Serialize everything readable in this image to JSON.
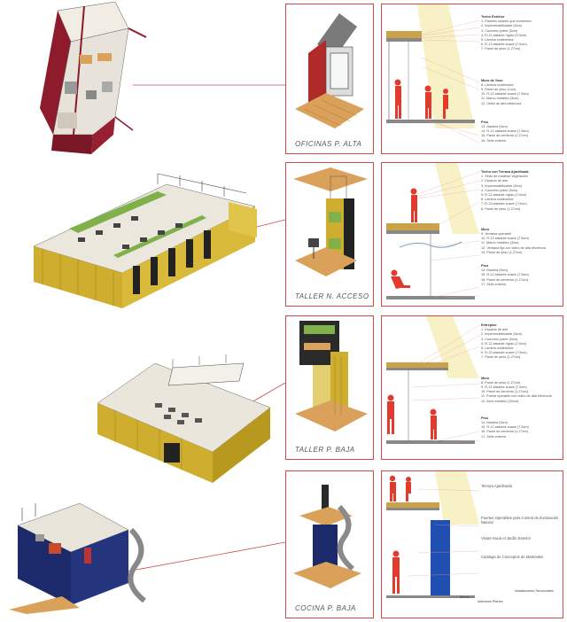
{
  "panels": [
    {
      "label": "OFICINAS P. ALTA",
      "notes": [
        {
          "head": "Techo Exterior",
          "items": [
            "1. Paneles solares que sombrean",
            "2. Impermeabilizante (5cm)",
            "3. Concreto pobre (5cm)",
            "4. R-12 aislante rígido (5 5cm)",
            "5. Lámina contenedor",
            "6. R-13 aislante suave (7.5cm)",
            "7. Panel de yeso (1.27cm)"
          ]
        },
        {
          "head": "Muro de Yeso",
          "items": [
            "8. Lámina contenedor",
            "9. Panel de yeso (1cm)",
            "10. R-12 aislante suave (7.5cm)",
            "11. Marco metálico (3cm)",
            "12. Vidrio de alta eficiencia"
          ]
        },
        {
          "head": "Piso",
          "items": [
            "13. Madera (5cm)",
            "14. R-12 aislante suave (7.5cm)",
            "15. Panel de cemento (1.27cm)",
            "16. Sello exterior"
          ]
        }
      ]
    },
    {
      "label": "TALLER N. ACCESO",
      "notes": [
        {
          "head": "Techo con Terraza Ajardinada",
          "items": [
            "1. Sedo de madera/ vegetación",
            "2. Espacio de aire",
            "3. Impermeabilizante (5cm)",
            "4. Concreto pobre (5cm)",
            "5. R-12 aislante rígido (2.5cm)",
            "6. Lámina contenedor",
            "7. R-13 aislante suave (7.5cm)",
            "8. Panel de yeso (1.27cm)"
          ]
        },
        {
          "head": "Muro",
          "items": [
            "9. Ventana operable",
            "10. R-12 aislante suave (7.5cm)",
            "11. Marco metálico (3cm)",
            "12. Ventana fija con vidrio de alta eficiencia",
            "13. Panel de yeso (1.27cm)"
          ]
        },
        {
          "head": "Piso",
          "items": [
            "14. Madera (5cm)",
            "15. R-12 aislante suave (7.5cm)",
            "16. Panel de cemento (1.27cm)",
            "17. Sello exterior"
          ]
        }
      ]
    },
    {
      "label": "TALLER P. BAJA",
      "notes": [
        {
          "head": "Entrepiso",
          "items": [
            "1. Espacio de aire",
            "2. Impermeabilizante (5cm)",
            "3. Concreto pobre (5cm)",
            "4. R-12 aislante rígido (2.5cm)",
            "5. Lámina contenedor",
            "6. R-13 aislante suave (7.5cm)",
            "7. Panel de yeso (1.27cm)"
          ]
        },
        {
          "head": "Muro",
          "items": [
            "8. Panel de yeso (1.27cm)",
            "9. R-12 aislante suave (7.5cm)",
            "10. Panel de cemento (1.27cm)",
            "11. Puerta operable con vidrio de alta eficiencia",
            "12. Aero metálico (30cm)"
          ]
        },
        {
          "head": "Piso",
          "items": [
            "14. Madera (5cm)",
            "15. R-12 aislante suave (7.5cm)",
            "16. Panel de cemento (1.27cm)",
            "17. Sello exterior"
          ]
        }
      ]
    },
    {
      "label": "COCINA P. BAJA",
      "notes": [
        {
          "head": "",
          "items": [
            "Terraza Ajardinada"
          ]
        },
        {
          "head": "",
          "items": [
            "Puertas Operables para Control de Iluminación Natural"
          ]
        },
        {
          "head": "",
          "items": [
            "Vistas Hacia el Jardín Exterior"
          ]
        },
        {
          "head": "",
          "items": [
            "Catálogo de Conceptos de Materiales"
          ]
        }
      ],
      "bottom_captions": [
        "Muros",
        "Interiores Planes",
        "Instalaciones Seccionales"
      ]
    }
  ],
  "colors": {
    "accent_line": "#d04a4a",
    "container_red": "#8e1b2b",
    "container_yellow": "#cfae2f",
    "container_blue": "#1c2a6b",
    "wood": "#d9a15a",
    "figure_red": "#e23b2e",
    "sun_yellow": "#f7f0c0"
  }
}
